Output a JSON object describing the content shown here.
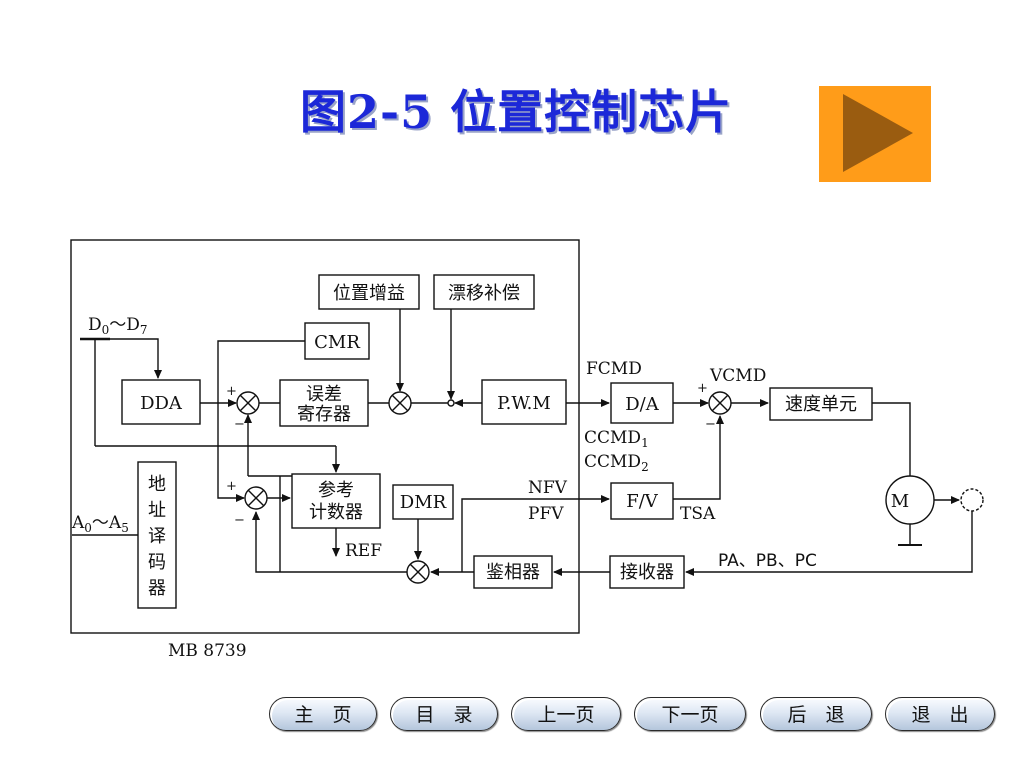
{
  "page": {
    "title": "图2-5 位置控制芯片"
  },
  "play_button": {
    "icon": "play-triangle-icon",
    "color": "#ff9c19",
    "triangle_color": "#9a5c10"
  },
  "diagram": {
    "chip_label": "MB 8739",
    "blocks": {
      "pos_gain": "位置增益",
      "drift": "漂移补偿",
      "cmr": "CMR",
      "dda": "DDA",
      "err_reg_1": "误差",
      "err_reg_2": "寄存器",
      "pwm": "P.W.M",
      "da": "D/A",
      "speed_unit": "速度单元",
      "ref_counter_1": "参考",
      "ref_counter_2": "计数器",
      "dmr": "DMR",
      "fv": "F/V",
      "phase_det": "鉴相器",
      "receiver": "接收器",
      "addr_1": "地",
      "addr_2": "址",
      "addr_3": "译",
      "addr_4": "码",
      "addr_5": "器",
      "motor": "M"
    },
    "signals": {
      "d_bus": "D",
      "d_bus_sub0": "0",
      "d_bus_tilde": "～D",
      "d_bus_sub7": "7",
      "a_bus": "A",
      "a_bus_sub0": "0",
      "a_bus_tilde": "～A",
      "a_bus_sub5": "5",
      "fcmd": "FCMD",
      "vcmd": "VCMD",
      "ccmd1": "CCMD",
      "ccmd1_sub": "1",
      "ccmd2": "CCMD",
      "ccmd2_sub": "2",
      "nfv": "NFV",
      "pfv": "PFV",
      "tsa": "TSA",
      "ref": "REF",
      "pa_pb_pc": "PA、PB、PC",
      "plus": "+",
      "minus": "−"
    }
  },
  "nav": {
    "home": "主　页",
    "contents": "目　录",
    "prev": "上一页",
    "next": "下一页",
    "back": "后　退",
    "exit": "退　出"
  }
}
